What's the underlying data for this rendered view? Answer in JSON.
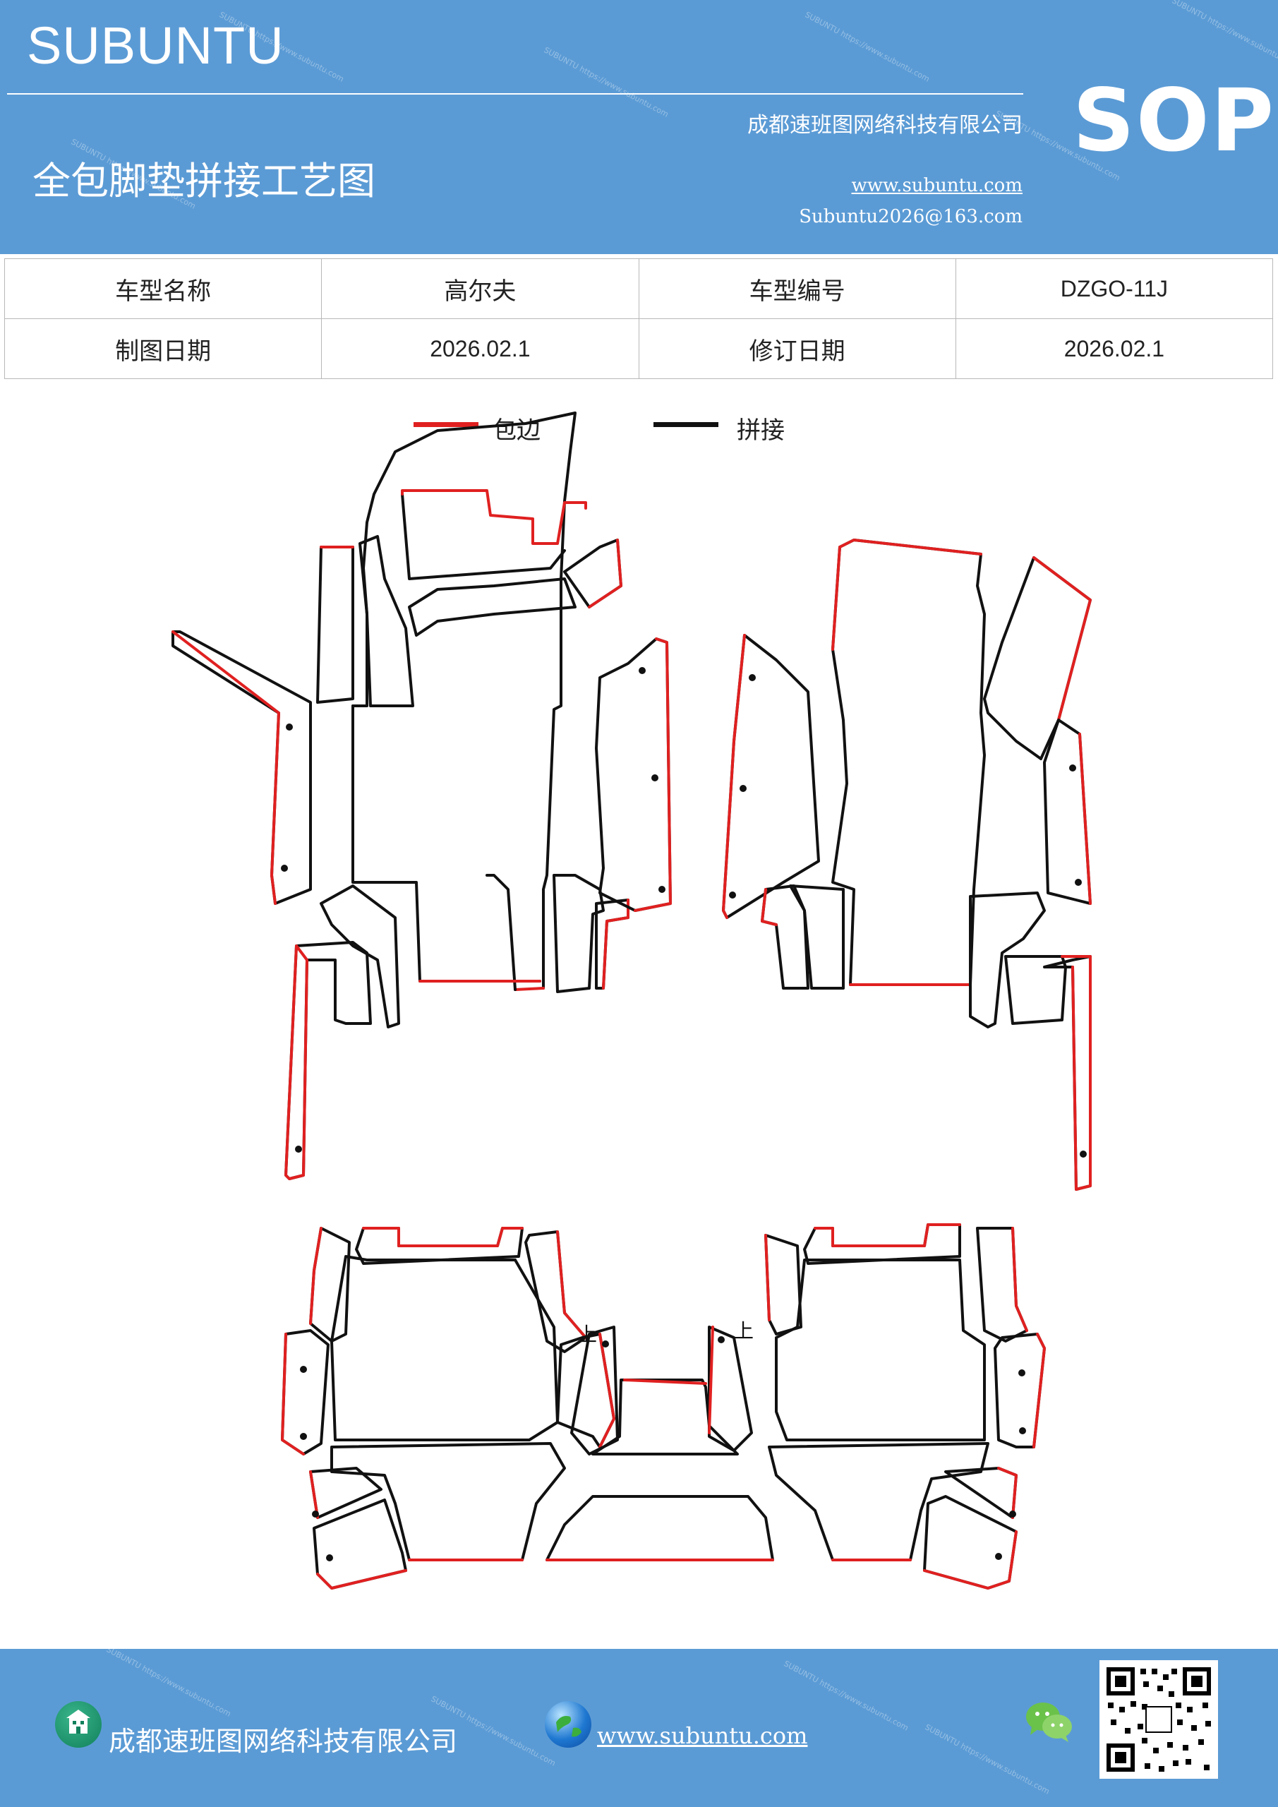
{
  "header": {
    "brand": "SUBUNTU",
    "badge": "SOP",
    "company": "成都速班图网络科技有限公司",
    "title": "全包脚垫拼接工艺图",
    "website": "www.subuntu.com",
    "email": "Subuntu2026@163.com",
    "watermark": "SUBUNTU https://www.subuntu.com"
  },
  "info_table": {
    "row1": {
      "label1": "车型名称",
      "value1": "高尔夫",
      "label2": "车型编号",
      "value2": "DZGO-11J"
    },
    "row2": {
      "label1": "制图日期",
      "value1": "2026.02.1",
      "label2": "修订日期",
      "value2": "2026.02.1"
    }
  },
  "legend": {
    "edge_label": "包边",
    "edge_color": "#e02020",
    "seam_label": "拼接",
    "seam_color": "#111111"
  },
  "footer": {
    "company": "成都速班图网络科技有限公司",
    "website": "www.subuntu.com",
    "icons": [
      "building-icon",
      "globe-icon",
      "wechat-icon",
      "qr-code"
    ]
  }
}
